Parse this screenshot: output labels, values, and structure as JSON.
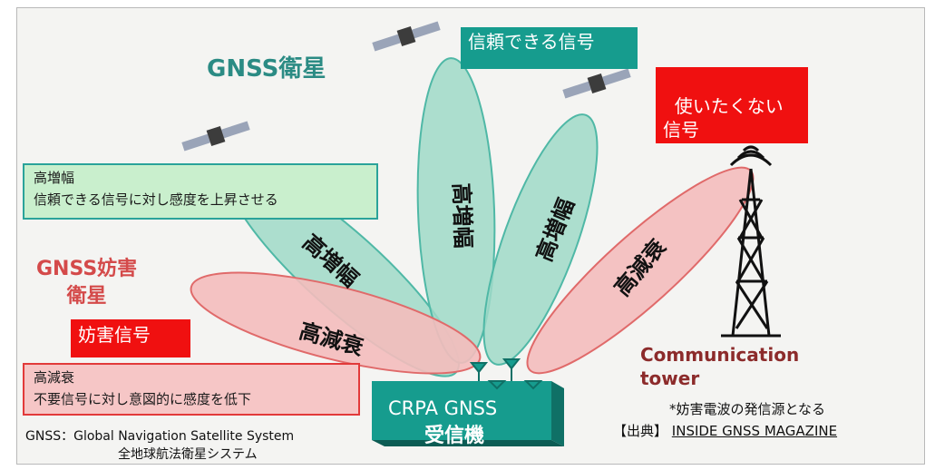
{
  "colors": {
    "teal": "#169c8e",
    "teal_lobe": "#9fd9c8",
    "red": "#f01010",
    "red_lobe": "#f4bcbc",
    "tower_text": "#8c2b2b",
    "gnss_title": "#2b8b84",
    "jammer_title": "#d44a4a"
  },
  "titles": {
    "gnss_satellite": "GNSS衛星",
    "jammer_satellite": "GNSS妨害\n衛星"
  },
  "callouts": {
    "reliable_signal": "信頼できる信号",
    "unwanted_signal": "使いたくない\n信号",
    "jamming_signal": "妨害信号"
  },
  "legend_boxes": {
    "high_gain_title": "高増幅",
    "high_gain_desc": "信頼できる信号に対し感度を上昇させる",
    "high_atten_title": "高減衰",
    "high_atten_desc": "不要信号に対し意図的に感度を低下"
  },
  "lobes": {
    "gain_left": "高増幅",
    "gain_center": "高増幅",
    "gain_right": "高増幅",
    "atten_left": "高減衰",
    "atten_right": "高減衰"
  },
  "receiver": {
    "line1": "CRPA GNSS",
    "line2": "受信機"
  },
  "tower": {
    "label": "Communication\ntower"
  },
  "footnotes": {
    "gnss_def": "GNSS：Global Navigation Satellite System",
    "gnss_jp": "全地球航法衛星システム",
    "jamming_note": "*妨害電波の発信源となる",
    "source_prefix": "【出典】",
    "source_name": "INSIDE GNSS MAGAZINE"
  },
  "icons": [
    "satellite-icon",
    "communication-tower-icon",
    "antenna-icon"
  ]
}
